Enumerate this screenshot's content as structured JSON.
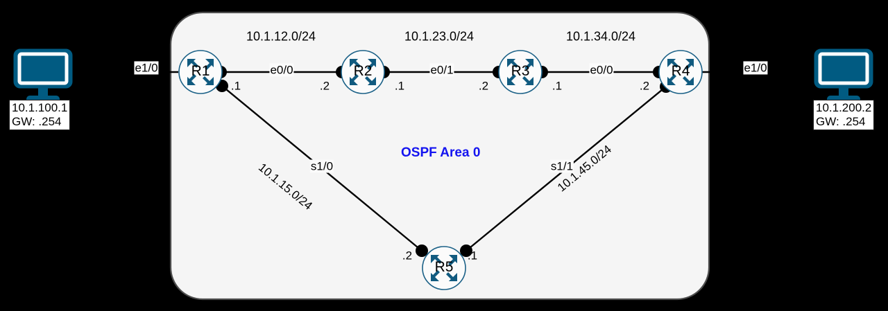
{
  "diagram": {
    "title": "OSPF Area 0 Topology",
    "area_label": "OSPF Area 0",
    "area_color": "#1414f0",
    "device_color": "#015b82",
    "canvas_bg": "#000000",
    "area_fill": "#f5f5f5",
    "area_stroke": "#4d4d4d"
  },
  "hosts": [
    {
      "id": "pc-left",
      "icon": "desktop-computer-icon",
      "ip": "10.1.100.1",
      "gateway": "GW: .254",
      "link_interface": "e1/0"
    },
    {
      "id": "pc-right",
      "icon": "desktop-computer-icon",
      "ip": "10.1.200.2",
      "gateway": "GW: .254",
      "link_interface": "e1/0"
    }
  ],
  "routers": [
    {
      "id": "r1",
      "label": "R1",
      "icon": "router-icon"
    },
    {
      "id": "r2",
      "label": "R2",
      "icon": "router-icon"
    },
    {
      "id": "r3",
      "label": "R3",
      "icon": "router-icon"
    },
    {
      "id": "r4",
      "label": "R4",
      "icon": "router-icon"
    },
    {
      "id": "r5",
      "label": "R5",
      "icon": "router-icon"
    }
  ],
  "links": [
    {
      "id": "r1-r2",
      "network": "10.1.12.0/24",
      "interface": "e0/0",
      "near_octet": ".1",
      "far_octet": ".2"
    },
    {
      "id": "r2-r3",
      "network": "10.1.23.0/24",
      "interface": "e0/1",
      "near_octet": ".1",
      "far_octet": ".2"
    },
    {
      "id": "r3-r4",
      "network": "10.1.34.0/24",
      "interface": "e0/0",
      "near_octet": ".1",
      "far_octet": ".2"
    },
    {
      "id": "r1-r5",
      "network": "10.1.15.0/24",
      "interface": "s1/0",
      "near_octet": ".1",
      "far_octet": ".2"
    },
    {
      "id": "r4-r5",
      "network": "10.1.45.0/24",
      "interface": "s1/1",
      "near_octet": ".2",
      "far_octet": ".1"
    }
  ],
  "labels": {
    "net_r1r2": "10.1.12.0/24",
    "net_r2r3": "10.1.23.0/24",
    "net_r3r4": "10.1.34.0/24",
    "net_r1r5": "10.1.15.0/24",
    "net_r4r5": "10.1.45.0/24",
    "if_pc1": "e1/0",
    "if_r1_e00": "e0/0",
    "if_r2_e01": "e0/1",
    "if_r3_e00": "e0/0",
    "if_pc2": "e1/0",
    "if_r1_s10": "s1/0",
    "if_r4_s11": "s1/1",
    "oct_r1": ".1",
    "oct_r2_left": ".2",
    "oct_r2_right": ".1",
    "oct_r3_left": ".2",
    "oct_r3_right": ".1",
    "oct_r4": ".2",
    "oct_r5_left": ".2",
    "oct_r5_right": ".1",
    "host1_ip": "10.1.100.1",
    "host1_gw": "GW: .254",
    "host2_ip": "10.1.200.2",
    "host2_gw": "GW: .254",
    "r1": "R1",
    "r2": "R2",
    "r3": "R3",
    "r4": "R4",
    "r5": "R5",
    "area": "OSPF Area 0"
  }
}
